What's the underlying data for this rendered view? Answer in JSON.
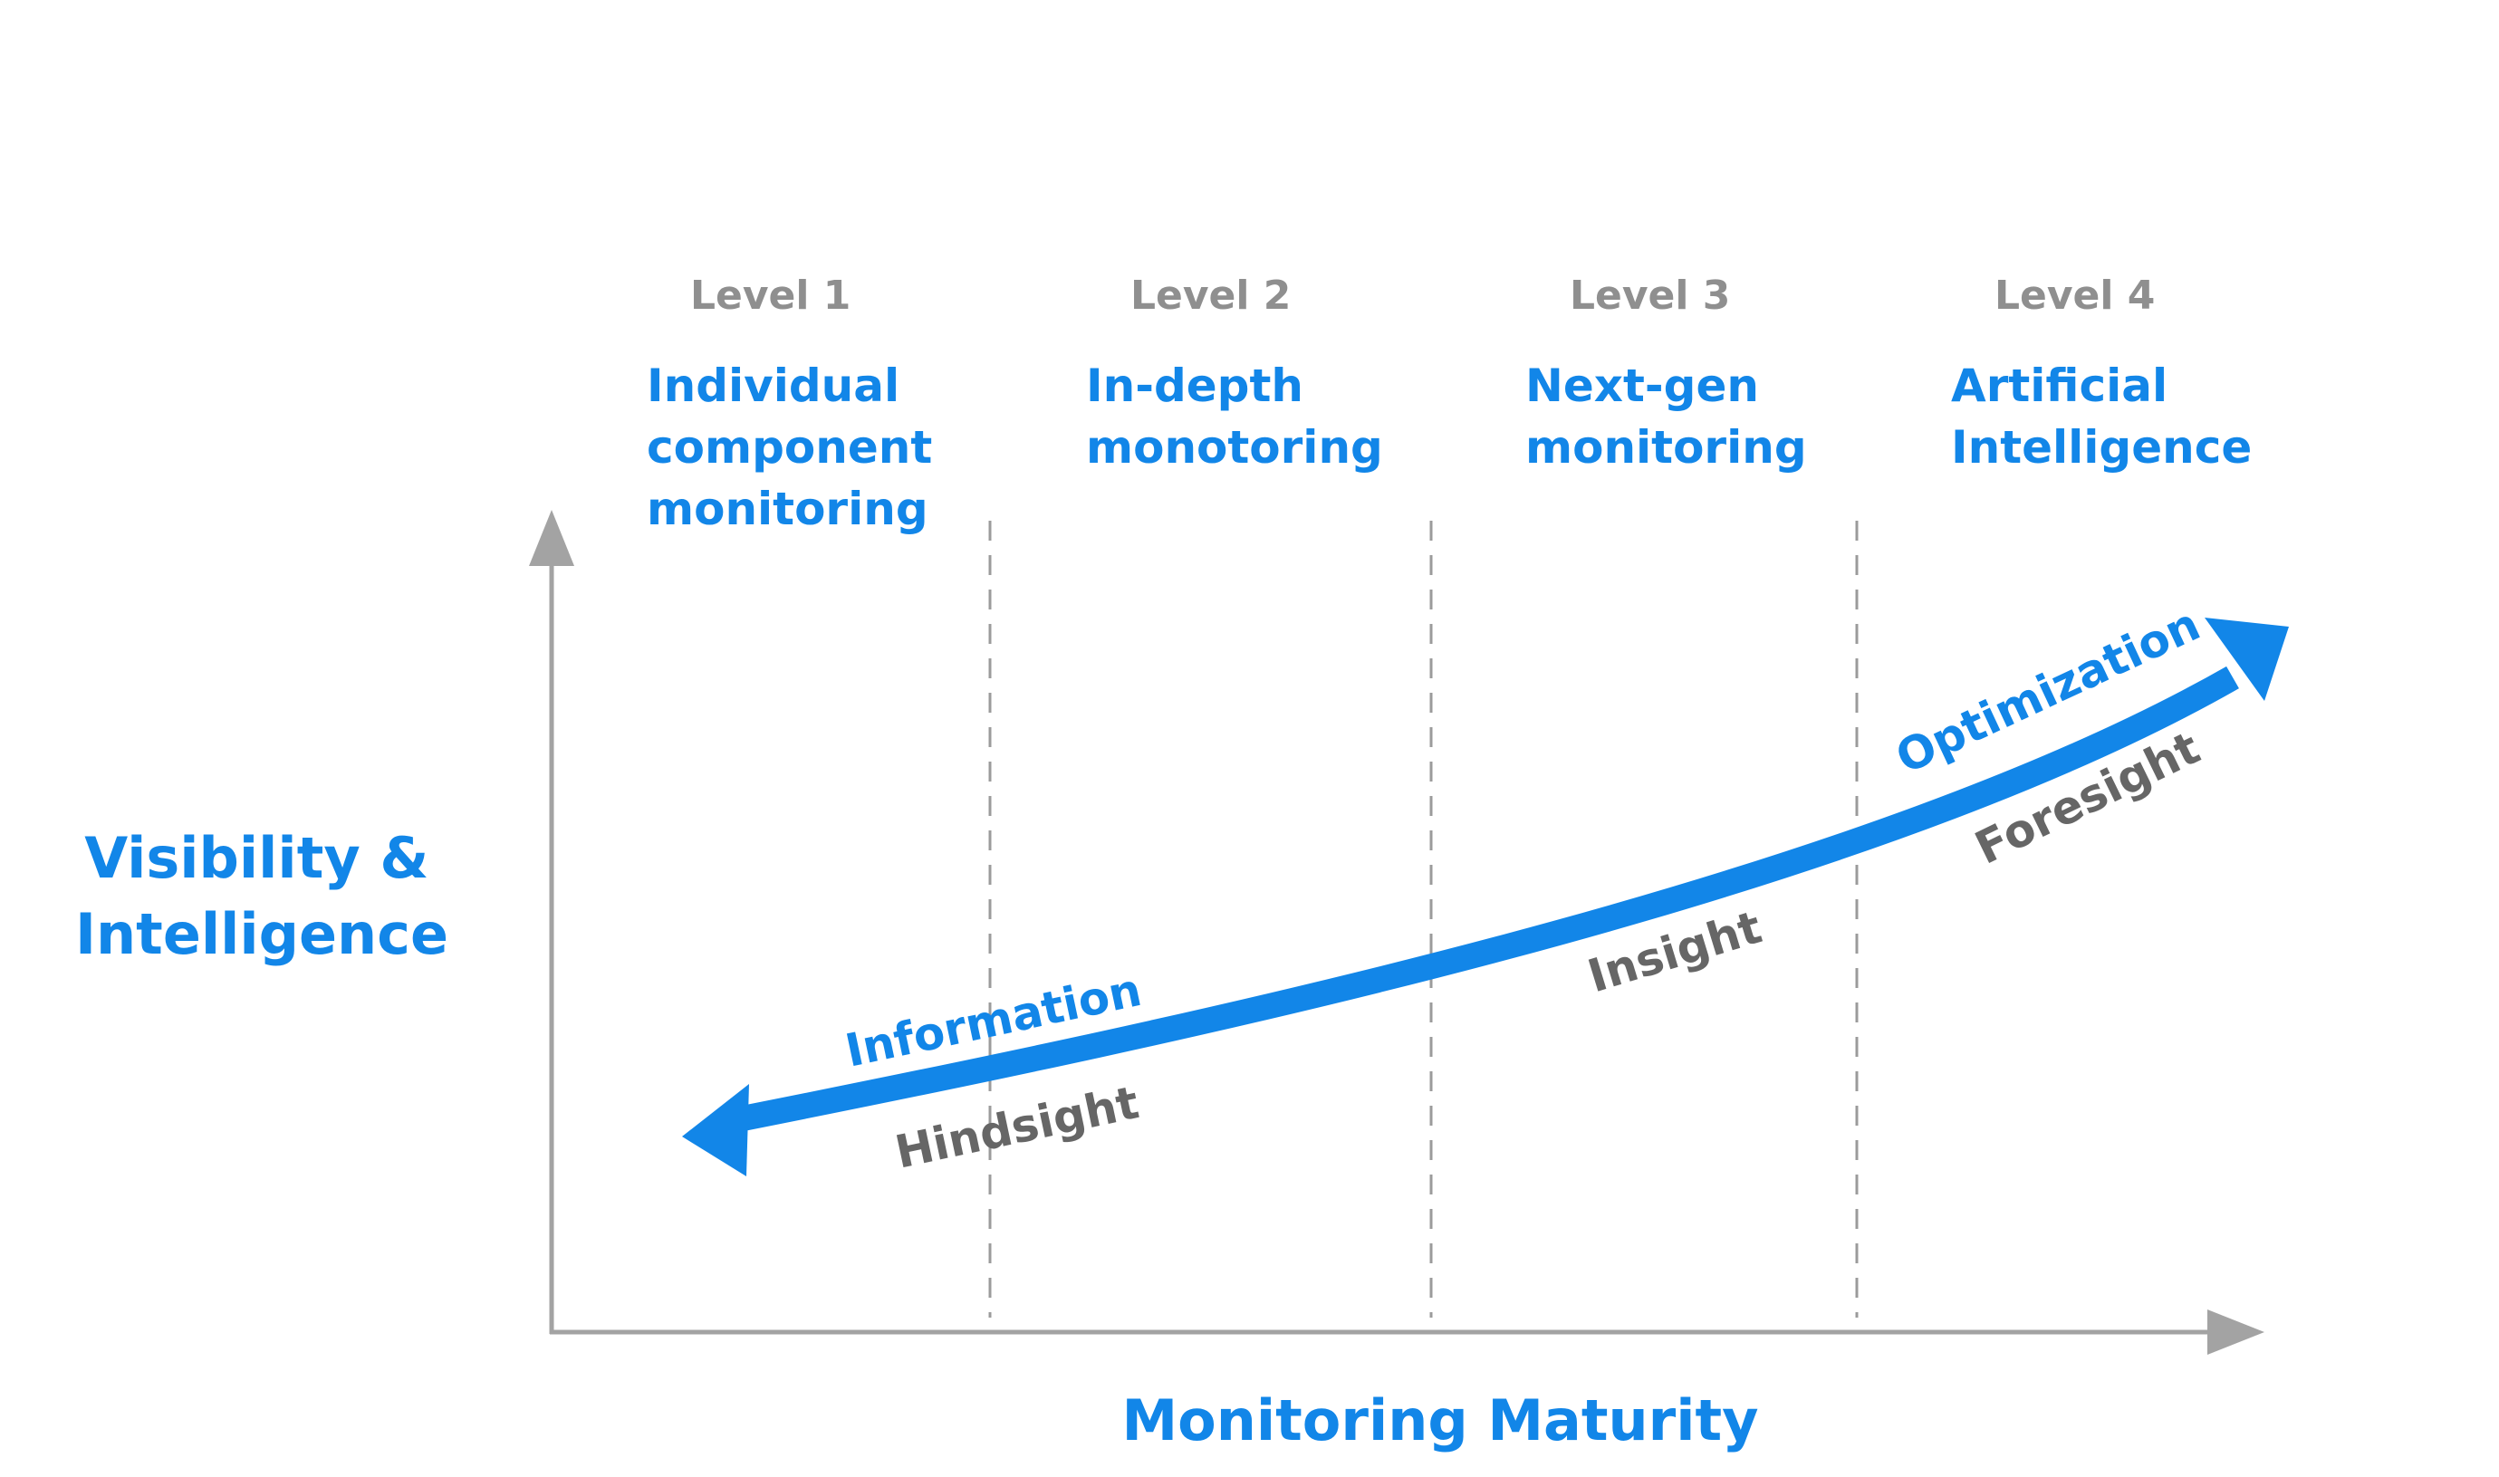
{
  "axes": {
    "y_title": [
      "Visibility &",
      "Intelligence"
    ],
    "x_title": "Monitoring Maturity"
  },
  "levels": [
    {
      "label": "Level 1",
      "title": [
        "Individual",
        "component",
        "monitoring"
      ]
    },
    {
      "label": "Level 2",
      "title": [
        "In-depth",
        "monotoring"
      ]
    },
    {
      "label": "Level 3",
      "title": [
        "Next-gen",
        "monitoring"
      ]
    },
    {
      "label": "Level 4",
      "title": [
        "Artificial",
        "Intelligence"
      ]
    }
  ],
  "curve": {
    "upper_labels": [
      "Information",
      "Optimization"
    ],
    "lower_labels": [
      "Hindsight",
      "Insight",
      "Foresight"
    ],
    "direction": "bidirectional"
  },
  "colors": {
    "accent": "#1286e8",
    "axis": "#a3a3a3",
    "level_label": "#8f8f8f",
    "curve_label_grey": "#666666",
    "divider": "#9b9b9b"
  }
}
